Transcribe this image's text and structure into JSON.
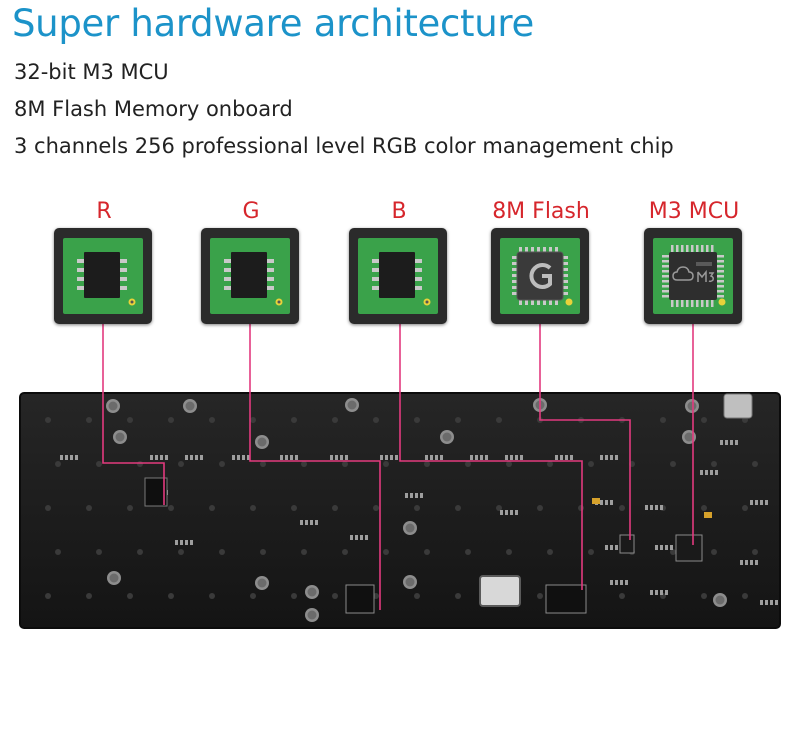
{
  "header": {
    "title": "Super hardware architecture",
    "features": [
      "32-bit M3 MCU",
      "8M Flash Memory onboard",
      "3 channels 256 professional level RGB color management chip"
    ]
  },
  "chips": [
    {
      "label": "R",
      "icon": "soic-chip-icon"
    },
    {
      "label": "G",
      "icon": "soic-chip-icon"
    },
    {
      "label": "B",
      "icon": "soic-chip-icon"
    },
    {
      "label": "8M Flash",
      "icon": "flash-chip-icon"
    },
    {
      "label": "M3 MCU",
      "icon": "mcu-chip-icon"
    }
  ],
  "colors": {
    "title": "#1c93c9",
    "label": "#d6262c",
    "connector": "#e23a7e",
    "pcb_green": "#3aa24a",
    "board": "#1a1a1a"
  }
}
